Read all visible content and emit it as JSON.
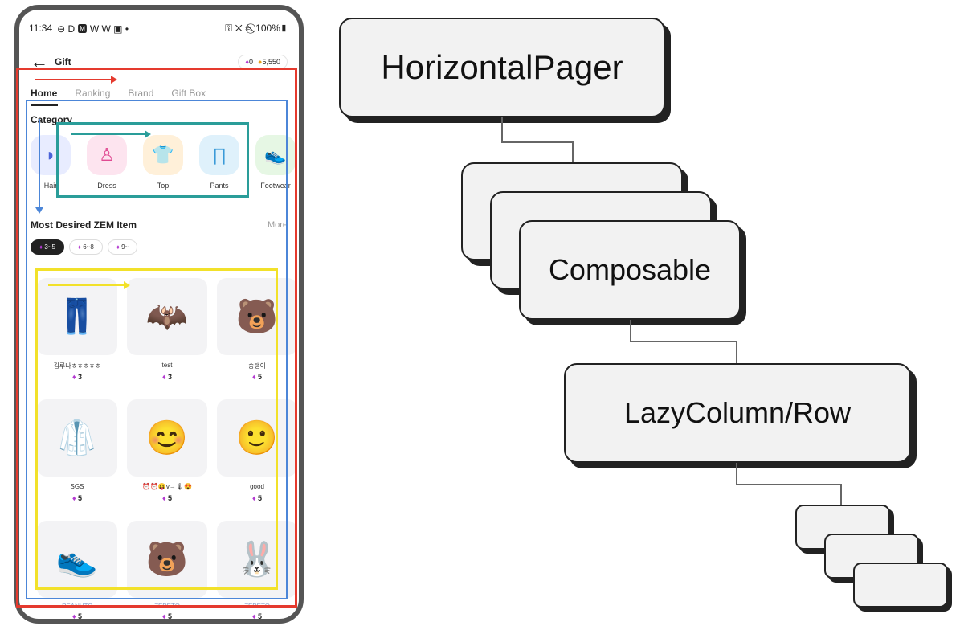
{
  "phone": {
    "status": {
      "time": "11:34",
      "icons_left": "⊝ D 🅼 W W ▣ •",
      "icons_right": "⚿ ✕ ≋ ⃠ 100%▮"
    },
    "header": {
      "back_icon": "←",
      "title": "Gift",
      "gems": "0",
      "coins": "5,550"
    },
    "tabs": [
      "Home",
      "Ranking",
      "Brand",
      "Gift Box"
    ],
    "category": {
      "title": "Category",
      "items": [
        {
          "label": "Hair",
          "icon": "hair-icon",
          "glyph": "◗",
          "bg": "#e8ecff",
          "fg": "#4a63d8"
        },
        {
          "label": "Dress",
          "icon": "dress-icon",
          "glyph": "♙",
          "bg": "#fde4ef",
          "fg": "#e04a92"
        },
        {
          "label": "Top",
          "icon": "top-icon",
          "glyph": "👕",
          "bg": "#fff0d9",
          "fg": "#f2a03a"
        },
        {
          "label": "Pants",
          "icon": "pants-icon",
          "glyph": "∏",
          "bg": "#dff1fb",
          "fg": "#3a9ad8"
        },
        {
          "label": "Footwear",
          "icon": "footwear-icon",
          "glyph": "👟",
          "bg": "#e6f7e4",
          "fg": "#3fb44a"
        }
      ]
    },
    "section": {
      "title": "Most Desired ZEM Item",
      "more": "More"
    },
    "chips": [
      "3~5",
      "6~8",
      "9~"
    ],
    "items": [
      {
        "name": "김루나ㅎㅎㅎㅎㅎ",
        "price": "3",
        "glyph": "👖"
      },
      {
        "name": "test",
        "price": "3",
        "glyph": "🦇"
      },
      {
        "name": "송탱이",
        "price": "5",
        "glyph": "🐻"
      },
      {
        "name": "SGS",
        "price": "5",
        "glyph": "🥼"
      },
      {
        "name": "⏰⏰😝v→🌡😍",
        "price": "5",
        "glyph": "😊"
      },
      {
        "name": "good",
        "price": "5",
        "glyph": "🙂"
      },
      {
        "name": "",
        "price": "",
        "glyph": "👟"
      },
      {
        "name": "",
        "price": "",
        "glyph": "🐻"
      },
      {
        "name": "",
        "price": "",
        "glyph": "🐰"
      }
    ],
    "bottom_labels": [
      {
        "name": "PEANUTS",
        "price": "5"
      },
      {
        "name": "ZEPETO",
        "price": "5"
      },
      {
        "name": "ZEPETO",
        "price": "5"
      }
    ]
  },
  "diagram": {
    "boxes": {
      "pager": "HorizontalPager",
      "composable": "Composable",
      "lazy": "LazyColumn/Row"
    }
  },
  "colors": {
    "red": "#e53a2e",
    "blue": "#4c86d8",
    "teal": "#2a9d99",
    "yellow": "#f2e12a"
  }
}
